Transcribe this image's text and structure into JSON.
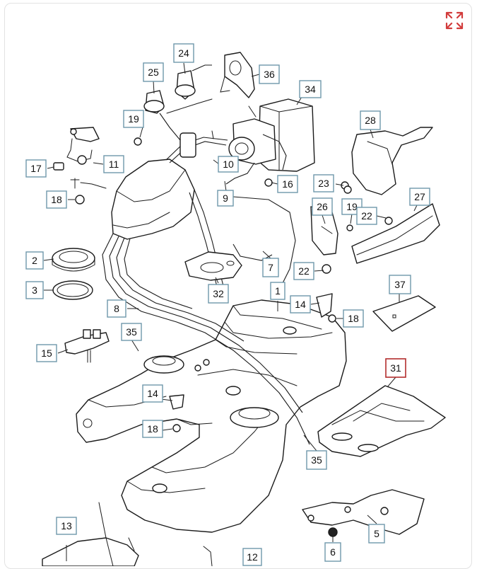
{
  "diagram": {
    "callouts": [
      {
        "id": "c1",
        "label": "1"
      },
      {
        "id": "c2",
        "label": "2"
      },
      {
        "id": "c3",
        "label": "3"
      },
      {
        "id": "c5",
        "label": "5"
      },
      {
        "id": "c6",
        "label": "6"
      },
      {
        "id": "c7",
        "label": "7"
      },
      {
        "id": "c8",
        "label": "8"
      },
      {
        "id": "c9",
        "label": "9"
      },
      {
        "id": "c10",
        "label": "10"
      },
      {
        "id": "c11",
        "label": "11"
      },
      {
        "id": "c12",
        "label": "12"
      },
      {
        "id": "c13",
        "label": "13"
      },
      {
        "id": "c14a",
        "label": "14"
      },
      {
        "id": "c14b",
        "label": "14"
      },
      {
        "id": "c15",
        "label": "15"
      },
      {
        "id": "c16",
        "label": "16"
      },
      {
        "id": "c17",
        "label": "17"
      },
      {
        "id": "c18a",
        "label": "18"
      },
      {
        "id": "c18b",
        "label": "18"
      },
      {
        "id": "c18c",
        "label": "18"
      },
      {
        "id": "c19a",
        "label": "19"
      },
      {
        "id": "c19b",
        "label": "19"
      },
      {
        "id": "c22a",
        "label": "22"
      },
      {
        "id": "c22b",
        "label": "22"
      },
      {
        "id": "c23",
        "label": "23"
      },
      {
        "id": "c24",
        "label": "24"
      },
      {
        "id": "c25",
        "label": "25"
      },
      {
        "id": "c26",
        "label": "26"
      },
      {
        "id": "c27",
        "label": "27"
      },
      {
        "id": "c28",
        "label": "28"
      },
      {
        "id": "c31",
        "label": "31",
        "highlighted": true
      },
      {
        "id": "c32",
        "label": "32"
      },
      {
        "id": "c34",
        "label": "34"
      },
      {
        "id": "c35a",
        "label": "35"
      },
      {
        "id": "c35b",
        "label": "35"
      },
      {
        "id": "c36",
        "label": "36"
      },
      {
        "id": "c37",
        "label": "37"
      }
    ],
    "colors": {
      "callout_border": "#6f98ab",
      "callout_highlight": "#b22d2d",
      "expand_icon": "#d23c3c",
      "line_art": "#1b1b1b"
    }
  },
  "toolbar": {
    "expand_icon": "expand-arrows-icon"
  }
}
